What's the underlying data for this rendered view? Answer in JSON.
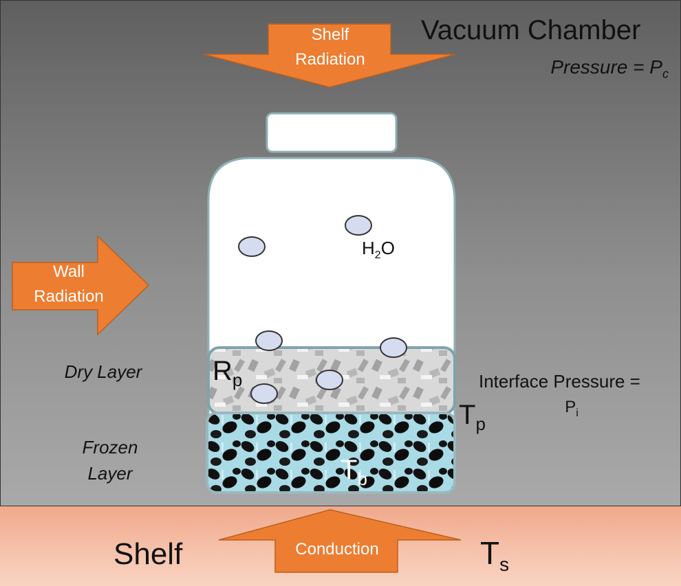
{
  "title": "Vacuum Chamber",
  "pressure": {
    "label": "Pressure = P",
    "sub": "c"
  },
  "arrows": {
    "shelf_radiation": {
      "line1": "Shelf",
      "line2": "Radiation"
    },
    "wall_radiation": {
      "line1": "Wall",
      "line2": "Radiation"
    },
    "conduction": {
      "label": "Conduction"
    }
  },
  "layers": {
    "dry": "Dry Layer",
    "frozen_line1": "Frozen",
    "frozen_line2": "Layer"
  },
  "symbols": {
    "rp": {
      "main": "R",
      "sub": "p"
    },
    "tp": {
      "main": "T",
      "sub": "p"
    },
    "tb": {
      "main": "T",
      "sub": "b"
    },
    "ts": {
      "main": "T",
      "sub": "s"
    },
    "h2o": {
      "pre": "H",
      "sub": "2",
      "post": "O"
    }
  },
  "interface": {
    "line1": "Interface Pressure =",
    "p_main": "P",
    "p_sub": "i"
  },
  "shelf_label": "Shelf",
  "colors": {
    "arrow": "#ed7d31",
    "vial_border": "#8fb0b6",
    "molecule": "#d6dcf0",
    "chamber_top": "#5f5f5f",
    "shelf": "#f6c4ae"
  }
}
